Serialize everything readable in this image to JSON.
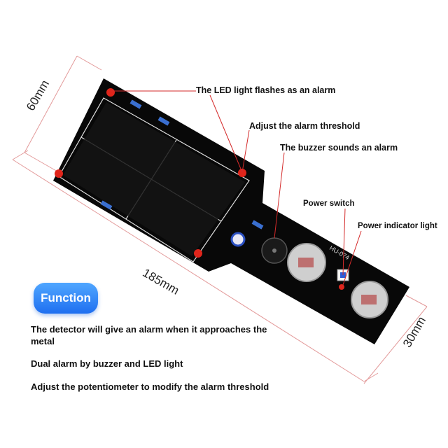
{
  "callouts": {
    "led_flash": "The LED light flashes as an alarm",
    "threshold": "Adjust the alarm threshold",
    "buzzer": "The buzzer sounds an alarm",
    "power_switch": "Power switch",
    "power_light": "Power indicator light"
  },
  "dimensions": {
    "width": "60mm",
    "length": "185mm",
    "handle": "30mm"
  },
  "function": {
    "title": "Function",
    "items": [
      "The detector will give an alarm when it approaches the metal",
      "Dual alarm by buzzer and LED light",
      "Adjust the potentiometer to modify the alarm threshold"
    ]
  },
  "board": {
    "model": "HU-074",
    "colors": {
      "pcb": "#0a0a0a",
      "led": "#e0251b",
      "dimension_line": "#e8a0a0"
    }
  }
}
